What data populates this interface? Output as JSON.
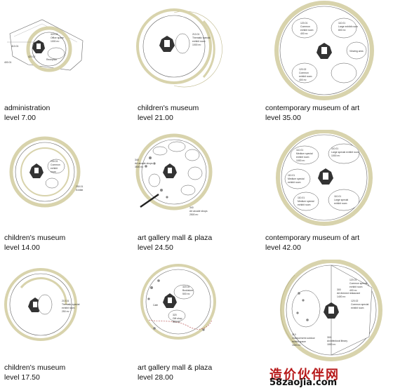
{
  "panels": [
    {
      "title": "administration",
      "level": "level 7.00",
      "labels": [
        "420.01",
        "Office space",
        "1000 m²",
        "410.01",
        "420.02",
        "Reception",
        "400.01"
      ]
    },
    {
      "title": "children's museum",
      "level": "level 21.00",
      "labels": [
        "210.01",
        "Thematic special",
        "exhibit room",
        "1000 m²"
      ]
    },
    {
      "title": "contemporary museum of art",
      "level": "level 35.00",
      "labels": [
        "120.01",
        "Common",
        "exhibit room",
        "400 m²",
        "110.01",
        "Large exhibit room",
        "800 m²",
        "120.02",
        "Common",
        "exhibit room",
        "400 m²",
        "Viewing area"
      ]
    },
    {
      "title": "children's museum",
      "level": "level 14.00",
      "labels": [
        "230.01",
        "Common",
        "exhibit",
        "room",
        "250.01",
        "Exhibit"
      ]
    },
    {
      "title": "art gallery mall & plaza",
      "level": "level 24.50",
      "labels": [
        "340",
        "Art arcade shops",
        "3500 m²",
        "340",
        "Art arcade shops",
        "2500 m²"
      ]
    },
    {
      "title": "contemporary museum of art",
      "level": "level 42.00",
      "labels": [
        "110.01",
        "Medium special",
        "exhibit room",
        "1000 m²",
        "110.01",
        "Large special exhibit room",
        "1000 m²",
        "110.01",
        "Medium special",
        "exhibit room",
        "110.01",
        "Medium special",
        "exhibit room",
        "110.01",
        "Large special",
        "exhibit room"
      ]
    },
    {
      "title": "children's museum",
      "level": "level 17.50",
      "labels": [
        "210.01",
        "Thematic special",
        "exhibit room",
        "250 m²"
      ]
    },
    {
      "title": "art gallery mall & plaza",
      "level": "level 28.00",
      "labels": [
        "320.02",
        "Bookstore",
        "500 m²",
        "Cafe",
        "320",
        "Gift shop",
        "500 m²"
      ]
    },
    {
      "title": "",
      "level": "",
      "labels": [
        "120.01",
        "Common special",
        "exhibit room",
        "400 m²",
        "120.02",
        "Common special",
        "exhibit room",
        "300",
        "Art-themed restaurant",
        "1400 m²",
        "310",
        "Outdoor/semi outdoor",
        "exhibit space",
        "1500 m²",
        "300",
        "Architectural library",
        "1800 m²"
      ]
    }
  ],
  "watermark": {
    "chinese": "造价伙伴网",
    "url": "58zaojia.com"
  },
  "colors": {
    "ring": "#d8d3ac",
    "ring_dark": "#bfb98d",
    "line": "#555555",
    "room": "#ffffff"
  }
}
